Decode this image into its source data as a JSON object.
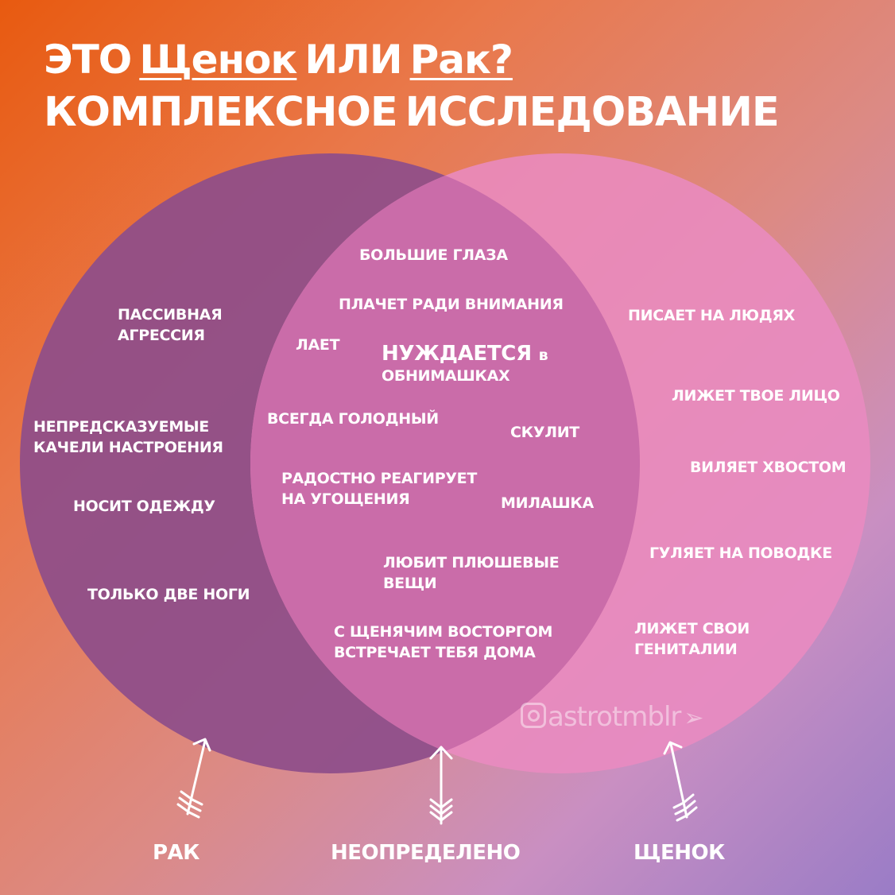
{
  "title": {
    "line1": {
      "w1": "ЭТО",
      "w2": "Щенок",
      "w3": "ИЛИ",
      "w4": "Рак?"
    },
    "line2": {
      "w1": "КОМПЛЕКСНОЕ",
      "w2": "ИССЛЕДОВАНИЕ"
    }
  },
  "colors": {
    "left_circle": "#8e4e8a",
    "right_circle": "#e98bc0",
    "overlap": "#c86aa8"
  },
  "left_only": [
    [
      "ПАССИВНАЯ",
      "АГРЕССИЯ"
    ],
    [
      "НЕПРЕДСКАЗУЕМЫЕ",
      "КАЧЕЛИ НАСТРОЕНИЯ"
    ],
    [
      "НОСИТ ОДЕЖДУ"
    ],
    [
      "ТОЛЬКО ДВЕ НОГИ"
    ]
  ],
  "overlap": {
    "big_eyes": "БОЛЬШИЕ ГЛАЗА",
    "cries": "ПЛАЧЕТ РАДИ ВНИМАНИЯ",
    "barks": "ЛАЕТ",
    "hugs_main": "НУЖДАЕТСЯ",
    "hugs_in": "в",
    "hugs_line2": "ОБНИМАШКАХ",
    "hungry": "ВСЕГДА ГОЛОДНЫЙ",
    "whines": "СКУЛИТ",
    "treats": [
      "РАДОСТНО РЕАГИРУЕТ",
      "НА УГОЩЕНИЯ"
    ],
    "cutie": "МИЛАШКА",
    "plush": [
      "ЛЮБИТ ПЛЮШЕВЫЕ",
      "ВЕЩИ"
    ],
    "greets": [
      "С ЩЕНЯЧИМ ВОСТОРГОМ",
      "ВСТРЕЧАЕТ ТЕБЯ ДОМА"
    ]
  },
  "right_only": [
    [
      "ПИСАЕТ НА ЛЮДЯХ"
    ],
    [
      "ЛИЖЕТ ТВОЕ ЛИЦО"
    ],
    [
      "ВИЛЯЕТ ХВОСТОМ"
    ],
    [
      "ГУЛЯЕТ НА ПОВОДКЕ"
    ],
    [
      "ЛИЖЕТ СВОИ",
      "ГЕНИТАЛИИ"
    ]
  ],
  "bottom_labels": {
    "left": "РАК",
    "center": "НЕОПРЕДЕЛЕНО",
    "right": "ЩЕНОК"
  },
  "watermark": "astrotmblr",
  "icons": [
    "instagram-icon",
    "paper-plane-icon",
    "arrow-up-icon"
  ]
}
